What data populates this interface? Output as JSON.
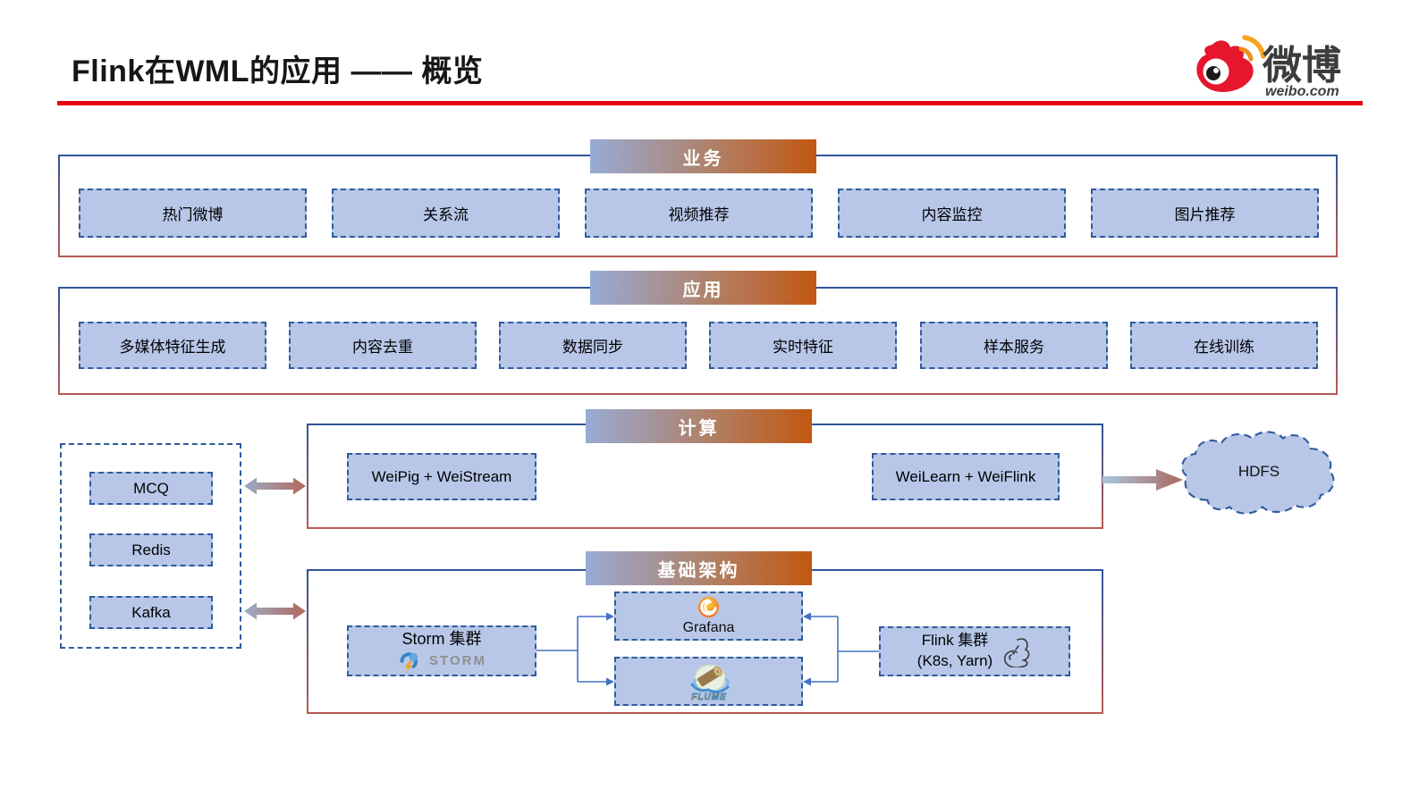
{
  "header": {
    "title": "Flink在WML的应用 —— 概览",
    "logo": {
      "brand": "微博",
      "domain": "weibo.com"
    }
  },
  "bands": {
    "business": {
      "label": "业务",
      "items": [
        "热门微博",
        "关系流",
        "视频推荐",
        "内容监控",
        "图片推荐"
      ]
    },
    "application": {
      "label": "应用",
      "items": [
        "多媒体特征生成",
        "内容去重",
        "数据同步",
        "实时特征",
        "样本服务",
        "在线训练"
      ]
    },
    "computing": {
      "label": "计算",
      "items": [
        "WeiPig + WeiStream",
        "WeiLearn + WeiFlink"
      ]
    },
    "infrastructure": {
      "label": "基础架构",
      "storm": {
        "title": "Storm 集群",
        "logo_text": "STORM"
      },
      "grafana": {
        "label": "Grafana"
      },
      "flume": {
        "label": "FLUME"
      },
      "flink": {
        "line1": "Flink 集群",
        "line2": "(K8s, Yarn)"
      }
    }
  },
  "storage": {
    "items": [
      "MCQ",
      "Redis",
      "Kafka"
    ]
  },
  "hdfs": {
    "label": "HDFS"
  },
  "colors": {
    "accent_red": "#e60012",
    "box_fill": "#b8c7e8",
    "dash_border": "#2f5b9d",
    "band_border_top": "#30549a",
    "band_border_bottom": "#b65a54",
    "label_gradient_left": "#98abd6",
    "label_gradient_right": "#c25711",
    "connector_blue": "#4472c4"
  }
}
